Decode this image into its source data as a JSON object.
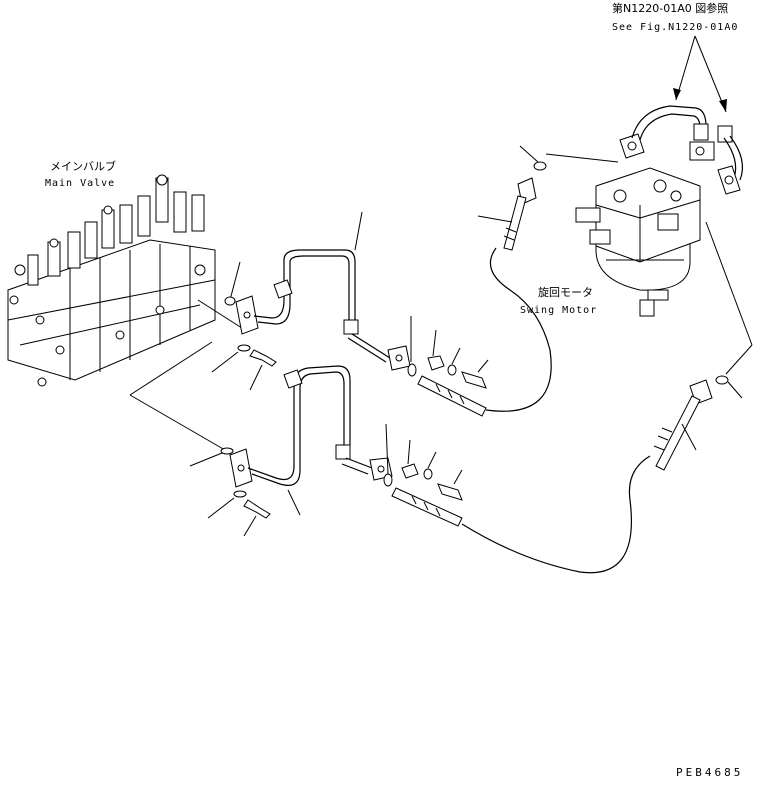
{
  "labels": {
    "ref_jp": "第N1220-01A0 図参照",
    "ref_en": "See Fig.N1220-01A0",
    "main_valve_jp": "メインバルブ",
    "main_valve_en": "Main Valve",
    "swing_motor_jp": "旋回モータ",
    "swing_motor_en": "Swing Motor",
    "drawing_code": "PEB4685"
  }
}
